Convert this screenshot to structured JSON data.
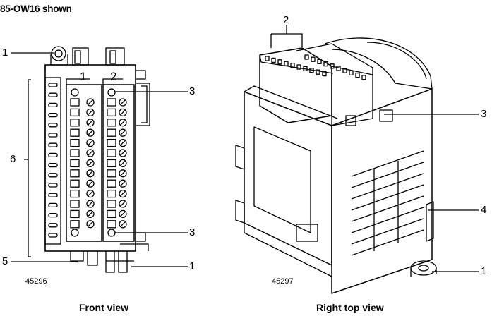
{
  "heading": "85-OW16 shown",
  "front": {
    "figure_number": "45296",
    "caption": "Front view",
    "group_labels": [
      "1",
      "2"
    ],
    "callouts": [
      "1",
      "3",
      "6",
      "3",
      "5",
      "1"
    ]
  },
  "right": {
    "figure_number": "45297",
    "caption": "Right top view",
    "callouts": [
      "2",
      "3",
      "4",
      "1"
    ]
  }
}
